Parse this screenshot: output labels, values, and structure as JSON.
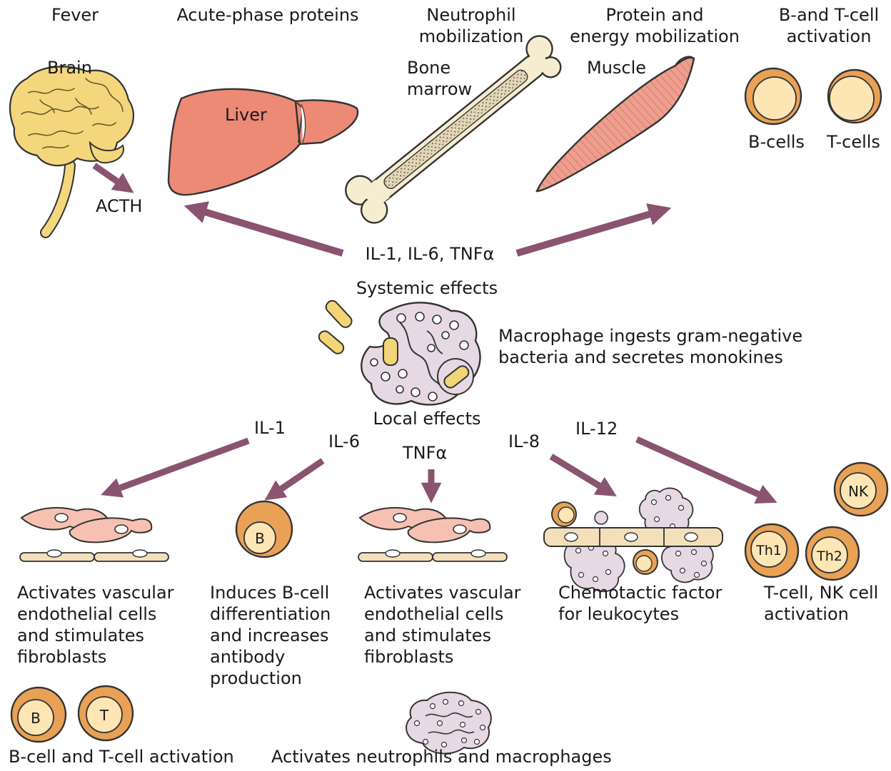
{
  "colors": {
    "arrow": "#8a5470",
    "organ_pink": "#ec8a76",
    "cell_orange": "#e8a155",
    "cell_cream": "#fde5b4",
    "bone": "#f6ecd0",
    "macrophage": "#e6d9e3",
    "bacteria": "#f2d574",
    "endothelium": "#f3e0ba",
    "fibroblast": "#f6c1b2"
  },
  "top": {
    "fever": "Fever",
    "acute_phase": "Acute-phase proteins",
    "neutrophil": "Neutrophil\nmobilization",
    "protein_energy": "Protein and\nenergy mobilization",
    "bt_activation": "B-and T-cell\nactivation"
  },
  "organs": {
    "brain": "Brain",
    "acth": "ACTH",
    "liver": "Liver",
    "bone_marrow": "Bone\nmarrow",
    "muscle": "Muscle",
    "b_cells": "B-cells",
    "t_cells": "T-cells"
  },
  "center": {
    "cytokines": "IL-1, IL-6, TNFα",
    "systemic": "Systemic effects",
    "macrophage_desc": "Macrophage ingests gram-negative\nbacteria and secretes monokines",
    "local": "Local effects"
  },
  "local_cytokines": {
    "il1": "IL-1",
    "il6": "IL-6",
    "tnf": "TNFα",
    "il8": "IL-8",
    "il12": "IL-12"
  },
  "cell_labels": {
    "b": "B",
    "t": "T",
    "nk": "NK",
    "th1": "Th1",
    "th2": "Th2"
  },
  "effects": {
    "il1_effect": "Activates vascular\nendothelial cells\nand stimulates\nfibroblasts",
    "il6_effect": "Induces B-cell\ndifferentiation\nand increases\nantibody\nproduction",
    "tnf_effect": "Activates vascular\nendothelial cells\nand stimulates\nfibroblasts",
    "il8_effect": "Chemotactic factor\nfor leukocytes",
    "il12_effect": "T-cell, NK cell\nactivation"
  },
  "bottom": {
    "bt_activation": "B-cell and T-cell activation",
    "neutrophils": "Activates neutrophils and macrophages"
  }
}
